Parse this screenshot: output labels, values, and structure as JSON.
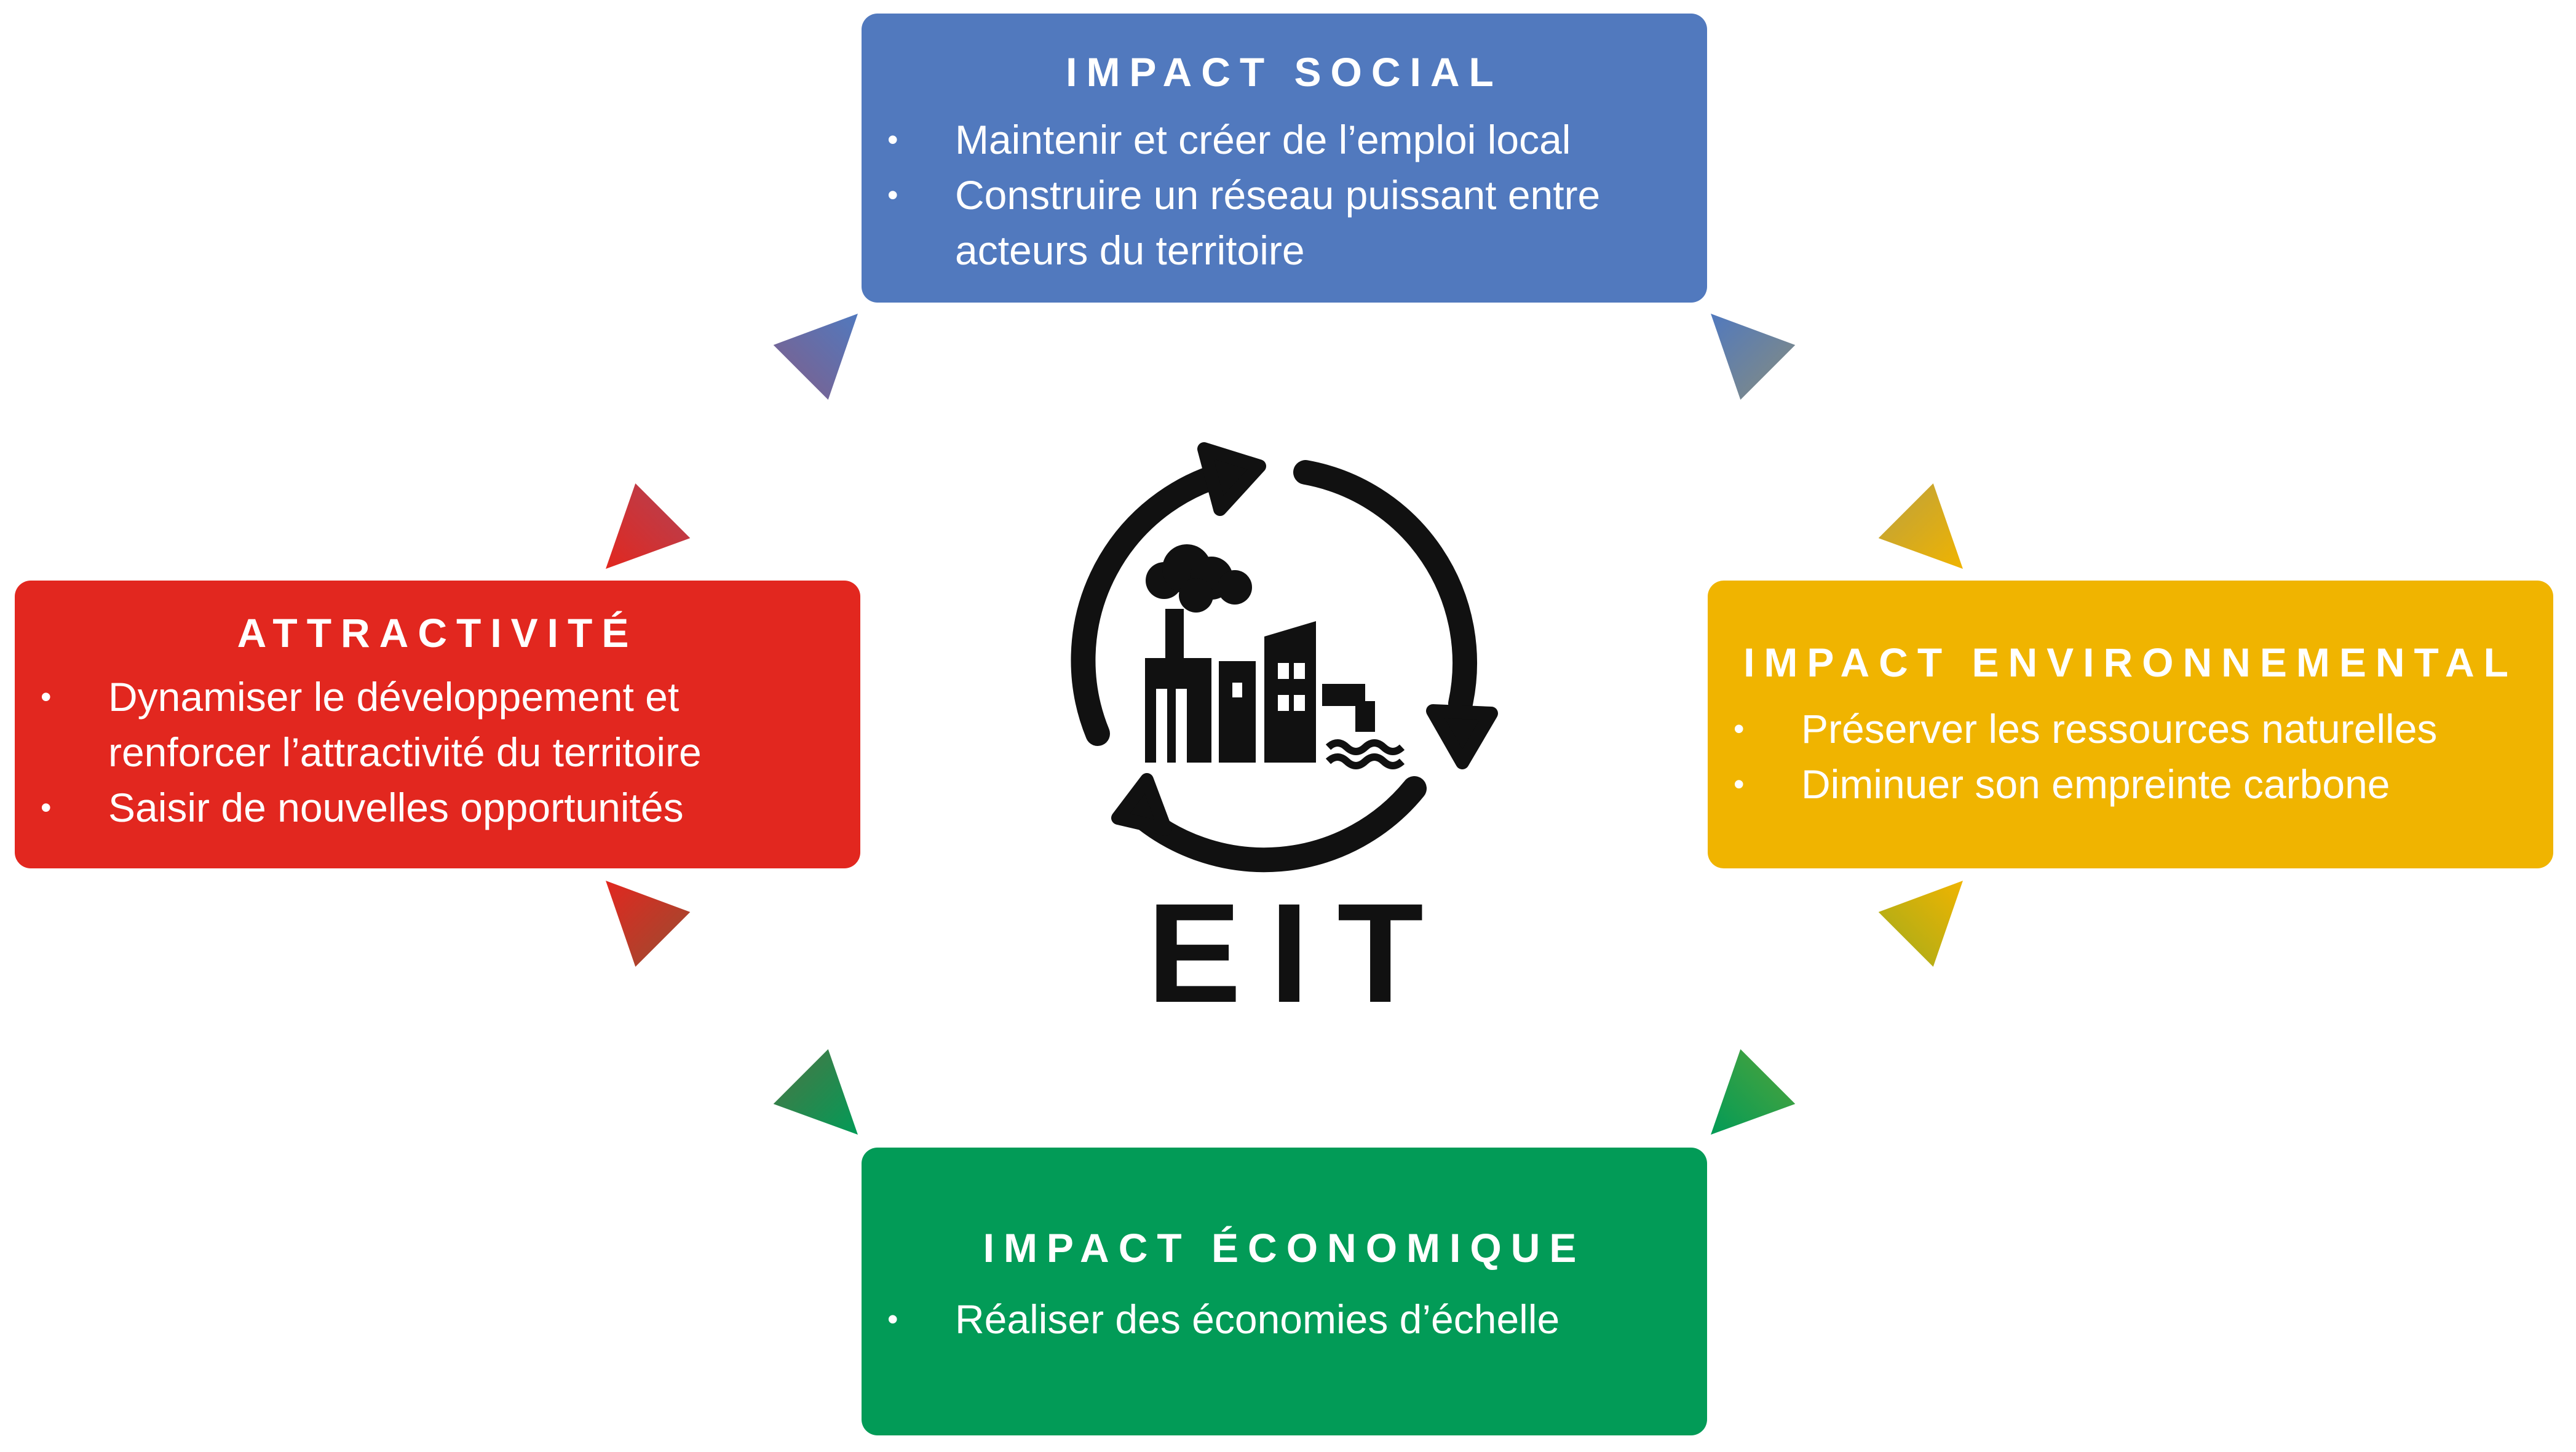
{
  "center": {
    "label": "EIT",
    "icon": "industrial-cycle-icon"
  },
  "boxes": {
    "social": {
      "title": "IMPACT SOCIAL",
      "color": "#5179be",
      "items": [
        "Maintenir et créer de l’emploi local",
        "Construire un réseau puissant entre",
        "acteurs du territoire"
      ]
    },
    "attractivite": {
      "title": "ATTRACTIVITÉ",
      "color": "#e2271f",
      "items": [
        "Dynamiser le développement et",
        "renforcer l’attractivité du territoire",
        "Saisir de nouvelles opportunités"
      ]
    },
    "environnemental": {
      "title": "IMPACT ENVIRONNEMENTAL",
      "color": "#f0b400",
      "items": [
        "Préserver les ressources naturelles",
        "Diminuer son empreinte carbone"
      ]
    },
    "economique": {
      "title": "IMPACT ÉCONOMIQUE",
      "color": "#029b57",
      "items": [
        "Réaliser des économies d’échelle"
      ]
    }
  },
  "bullet": "•"
}
